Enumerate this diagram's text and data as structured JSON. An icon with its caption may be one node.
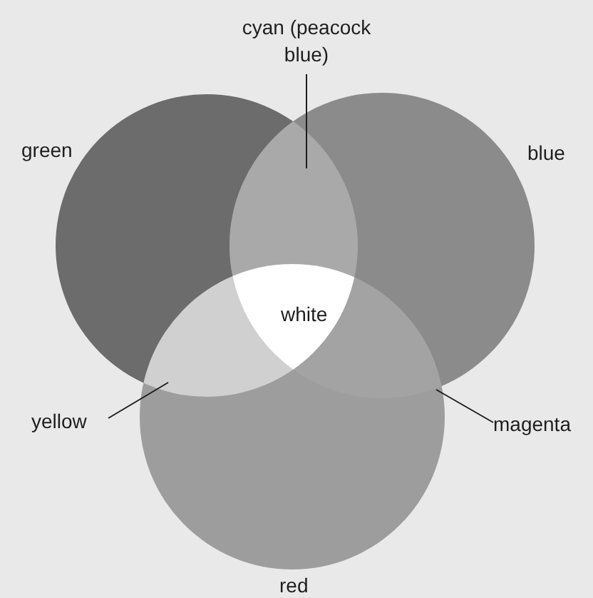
{
  "diagram": {
    "nodes": [
      {
        "text": [
          "cyan (peacock blue)"
        ]
      },
      {
        "text": [
          "yellow"
        ]
      },
      {
        "text": [
          "magenta"
        ]
      }
    ],
    "edges": [
      {
        "from": 0,
        "to": null,
        "arrow": "none"
      },
      {
        "from": 1,
        "to": null,
        "arrow": "none"
      },
      {
        "from": 2,
        "to": null,
        "arrow": "none"
      }
    ],
    "labels": [
      "green",
      "blue",
      "white",
      "red"
    ]
  }
}
